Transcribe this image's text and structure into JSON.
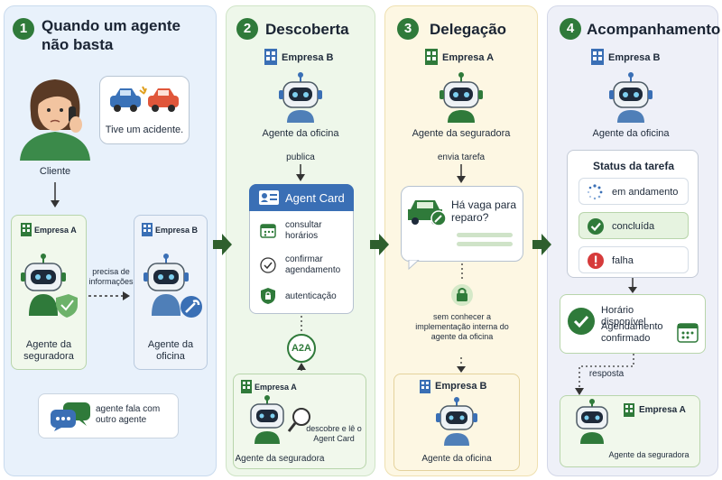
{
  "panels": [
    {
      "number": "1",
      "title_line1": "Quando um agente",
      "title_line2": "não basta"
    },
    {
      "number": "2",
      "title": "Descoberta"
    },
    {
      "number": "3",
      "title": "Delegação"
    },
    {
      "number": "4",
      "title": "Acompanhamento"
    }
  ],
  "p1": {
    "speech": "Tive um acidente.",
    "client_label": "Cliente",
    "company_a": "Empresa A",
    "company_b": "Empresa B",
    "need_info": "precisa de informações",
    "agent_insurer": "Agente da seguradora",
    "agent_shop": "Agente da oficina",
    "legend": "agente fala com outro agente"
  },
  "p2": {
    "company": "Empresa B",
    "agent": "Agente da oficina",
    "publishes": "publica",
    "card_title": "Agent Card",
    "cap1": "consultar horários",
    "cap2": "confirmar agendamento",
    "cap3": "autenticação",
    "protocol": "A2A",
    "company_a": "Empresa A",
    "discovers": "descobre e lê o Agent Card",
    "agent_insurer": "Agente da seguradora"
  },
  "p3": {
    "company": "Empresa A",
    "agent": "Agente da seguradora",
    "sends_task": "envia tarefa",
    "question": "Há vaga para reparo?",
    "note": "sem conhecer a implementação interna do agente da oficina",
    "company_b": "Empresa B",
    "agent_shop": "Agente da oficina"
  },
  "p4": {
    "company": "Empresa B",
    "agent": "Agente da oficina",
    "status_title": "Status da tarefa",
    "status_in_progress": "em andamento",
    "status_done": "concluída",
    "status_fail": "falha",
    "result_line1": "Horário disponível",
    "result_line2": "Agendamento confirmado",
    "response": "resposta",
    "company_a": "Empresa A",
    "agent_insurer": "Agente da seguradora"
  },
  "colors": {
    "green": "#2f7a3a",
    "blue_card": "#3a6fb5",
    "red": "#d63b3b"
  }
}
